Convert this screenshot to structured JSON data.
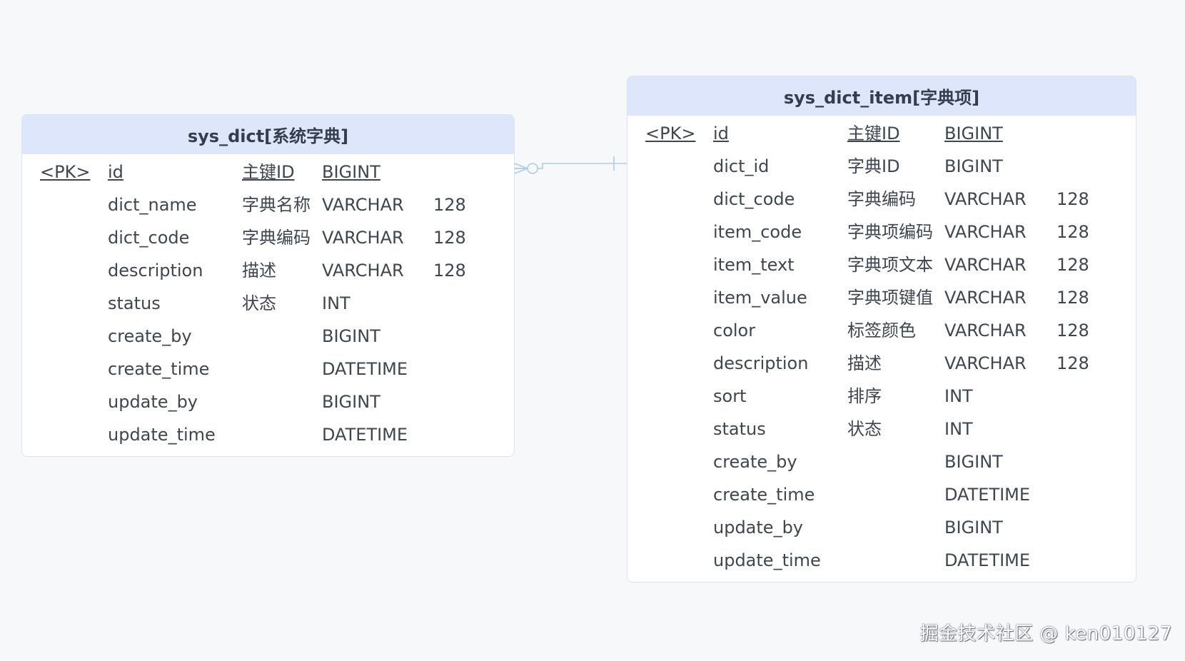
{
  "entities": {
    "sys_dict": {
      "title": "sys_dict[系统字典]",
      "fields": [
        {
          "key": "<PK>",
          "name": "id",
          "comment": "主键ID",
          "type": "BIGINT",
          "length": "",
          "pk": true
        },
        {
          "key": "",
          "name": "dict_name",
          "comment": "字典名称",
          "type": "VARCHAR",
          "length": "128",
          "pk": false
        },
        {
          "key": "",
          "name": "dict_code",
          "comment": "字典编码",
          "type": "VARCHAR",
          "length": "128",
          "pk": false
        },
        {
          "key": "",
          "name": "description",
          "comment": "描述",
          "type": "VARCHAR",
          "length": "128",
          "pk": false
        },
        {
          "key": "",
          "name": "status",
          "comment": "状态",
          "type": "INT",
          "length": "",
          "pk": false
        },
        {
          "key": "",
          "name": "create_by",
          "comment": "",
          "type": "BIGINT",
          "length": "",
          "pk": false
        },
        {
          "key": "",
          "name": "create_time",
          "comment": "",
          "type": "DATETIME",
          "length": "",
          "pk": false
        },
        {
          "key": "",
          "name": "update_by",
          "comment": "",
          "type": "BIGINT",
          "length": "",
          "pk": false
        },
        {
          "key": "",
          "name": "update_time",
          "comment": "",
          "type": "DATETIME",
          "length": "",
          "pk": false
        }
      ]
    },
    "sys_dict_item": {
      "title": "sys_dict_item[字典项]",
      "fields": [
        {
          "key": "<PK>",
          "name": "id",
          "comment": "主键ID",
          "type": "BIGINT",
          "length": "",
          "pk": true
        },
        {
          "key": "",
          "name": "dict_id",
          "comment": "字典ID",
          "type": "BIGINT",
          "length": "",
          "pk": false
        },
        {
          "key": "",
          "name": "dict_code",
          "comment": "字典编码",
          "type": "VARCHAR",
          "length": "128",
          "pk": false
        },
        {
          "key": "",
          "name": "item_code",
          "comment": "字典项编码",
          "type": "VARCHAR",
          "length": "128",
          "pk": false
        },
        {
          "key": "",
          "name": "item_text",
          "comment": "字典项文本",
          "type": "VARCHAR",
          "length": "128",
          "pk": false
        },
        {
          "key": "",
          "name": "item_value",
          "comment": "字典项键值",
          "type": "VARCHAR",
          "length": "128",
          "pk": false
        },
        {
          "key": "",
          "name": "color",
          "comment": "标签颜色",
          "type": "VARCHAR",
          "length": "128",
          "pk": false
        },
        {
          "key": "",
          "name": "description",
          "comment": "描述",
          "type": "VARCHAR",
          "length": "128",
          "pk": false
        },
        {
          "key": "",
          "name": "sort",
          "comment": "排序",
          "type": "INT",
          "length": "",
          "pk": false
        },
        {
          "key": "",
          "name": "status",
          "comment": "状态",
          "type": "INT",
          "length": "",
          "pk": false
        },
        {
          "key": "",
          "name": "create_by",
          "comment": "",
          "type": "BIGINT",
          "length": "",
          "pk": false
        },
        {
          "key": "",
          "name": "create_time",
          "comment": "",
          "type": "DATETIME",
          "length": "",
          "pk": false
        },
        {
          "key": "",
          "name": "update_by",
          "comment": "",
          "type": "BIGINT",
          "length": "",
          "pk": false
        },
        {
          "key": "",
          "name": "update_time",
          "comment": "",
          "type": "DATETIME",
          "length": "",
          "pk": false
        }
      ]
    }
  },
  "relationship": {
    "from": "sys_dict",
    "to": "sys_dict_item",
    "from_marker": "zero-or-many",
    "to_marker": "one",
    "color": "#a9cdf0"
  },
  "colors": {
    "background": "#f7f8fa",
    "header_fill": "#dde6fb",
    "border": "#dde3ee",
    "text": "#3f4650"
  },
  "watermark": "掘金技术社区 @ ken010127"
}
